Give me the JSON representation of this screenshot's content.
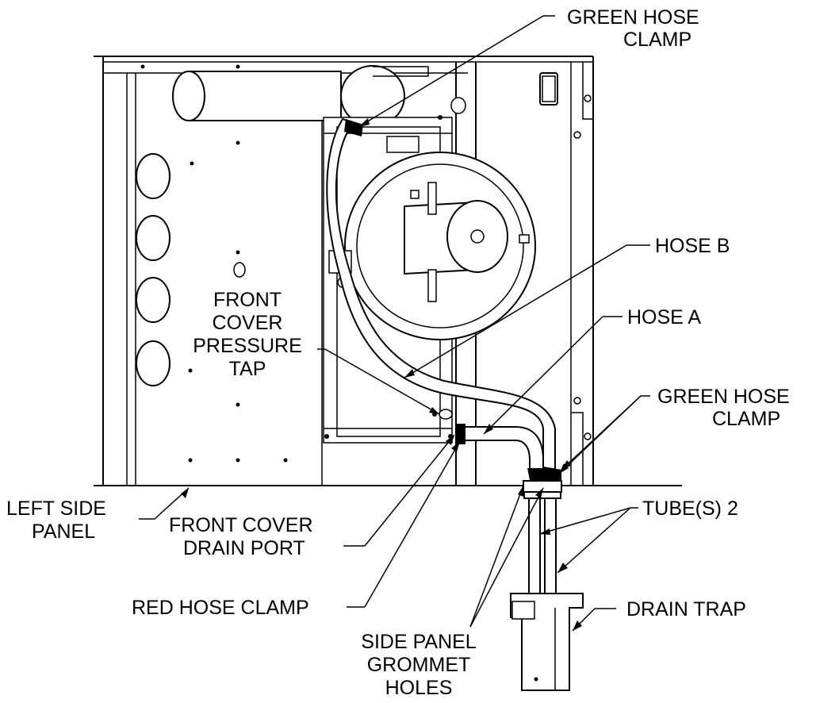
{
  "labels": {
    "green_hose_clamp_top_1": "GREEN HOSE",
    "green_hose_clamp_top_2": "CLAMP",
    "hose_b": "HOSE B",
    "hose_a": "HOSE A",
    "green_hose_clamp_right_1": "GREEN HOSE",
    "green_hose_clamp_right_2": "CLAMP",
    "front_cover_pressure_tap_1": "FRONT",
    "front_cover_pressure_tap_2": "COVER",
    "front_cover_pressure_tap_3": "PRESSURE",
    "front_cover_pressure_tap_4": "TAP",
    "tubes": "TUBE(S) 2",
    "left_side_panel_1": "LEFT SIDE",
    "left_side_panel_2": "PANEL",
    "front_cover_drain_port_1": "FRONT COVER",
    "front_cover_drain_port_2": "DRAIN PORT",
    "red_hose_clamp": "RED HOSE CLAMP",
    "drain_trap": "DRAIN TRAP",
    "side_panel_grommet_holes_1": "SIDE PANEL",
    "side_panel_grommet_holes_2": "GROMMET",
    "side_panel_grommet_holes_3": "HOLES"
  }
}
